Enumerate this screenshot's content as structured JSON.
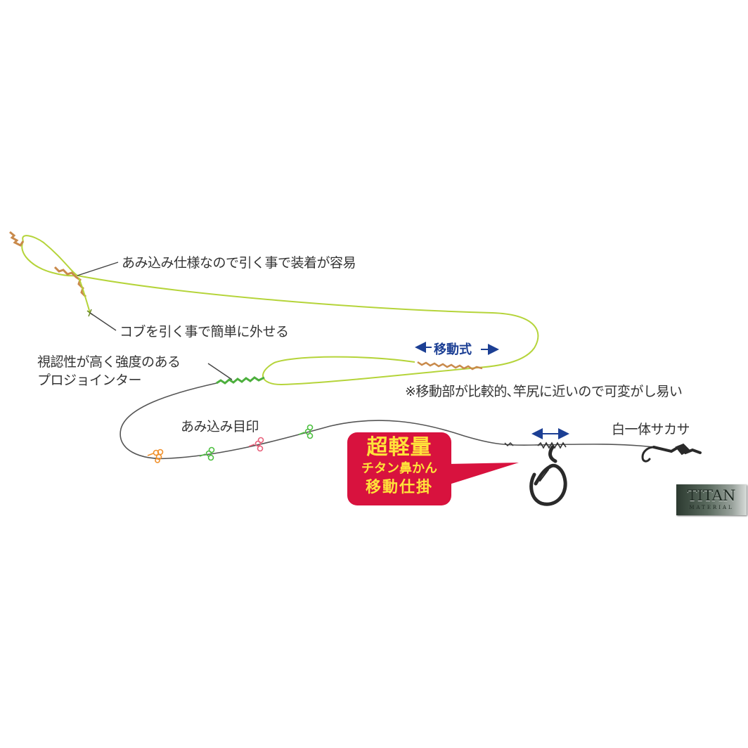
{
  "diagram": {
    "annotations": {
      "braided_loop": "あみ込み仕様なので引く事で装着が容易",
      "knot_release": "コブを引く事で簡単に外せる",
      "pro_jointer": "視認性が高く強度のある\nプロジョインター",
      "braid_markers": "あみ込み目印",
      "movable_note": "※移動部が比較的､竿尻に近いので可変がし易い",
      "hook": "白一体サカサ"
    },
    "movable_label": "移動式",
    "callout": {
      "line1": "超軽量",
      "line2": "チタン鼻かん",
      "line3": "移動仕掛"
    },
    "badge": {
      "title": "TITAN",
      "subtitle": "MATERIAL"
    },
    "colors": {
      "leader_line": "#b5d43a",
      "braid": "#c98a4b",
      "main_wire": "#555555",
      "jointer_green": "#4caf3d",
      "arrow_blue": "#1c3f94",
      "callout_red": "#d8123e",
      "callout_text": "#ffe23a",
      "marker_orange": "#f0902a",
      "marker_green": "#4cbf3f",
      "marker_pink": "#e8607a"
    }
  }
}
